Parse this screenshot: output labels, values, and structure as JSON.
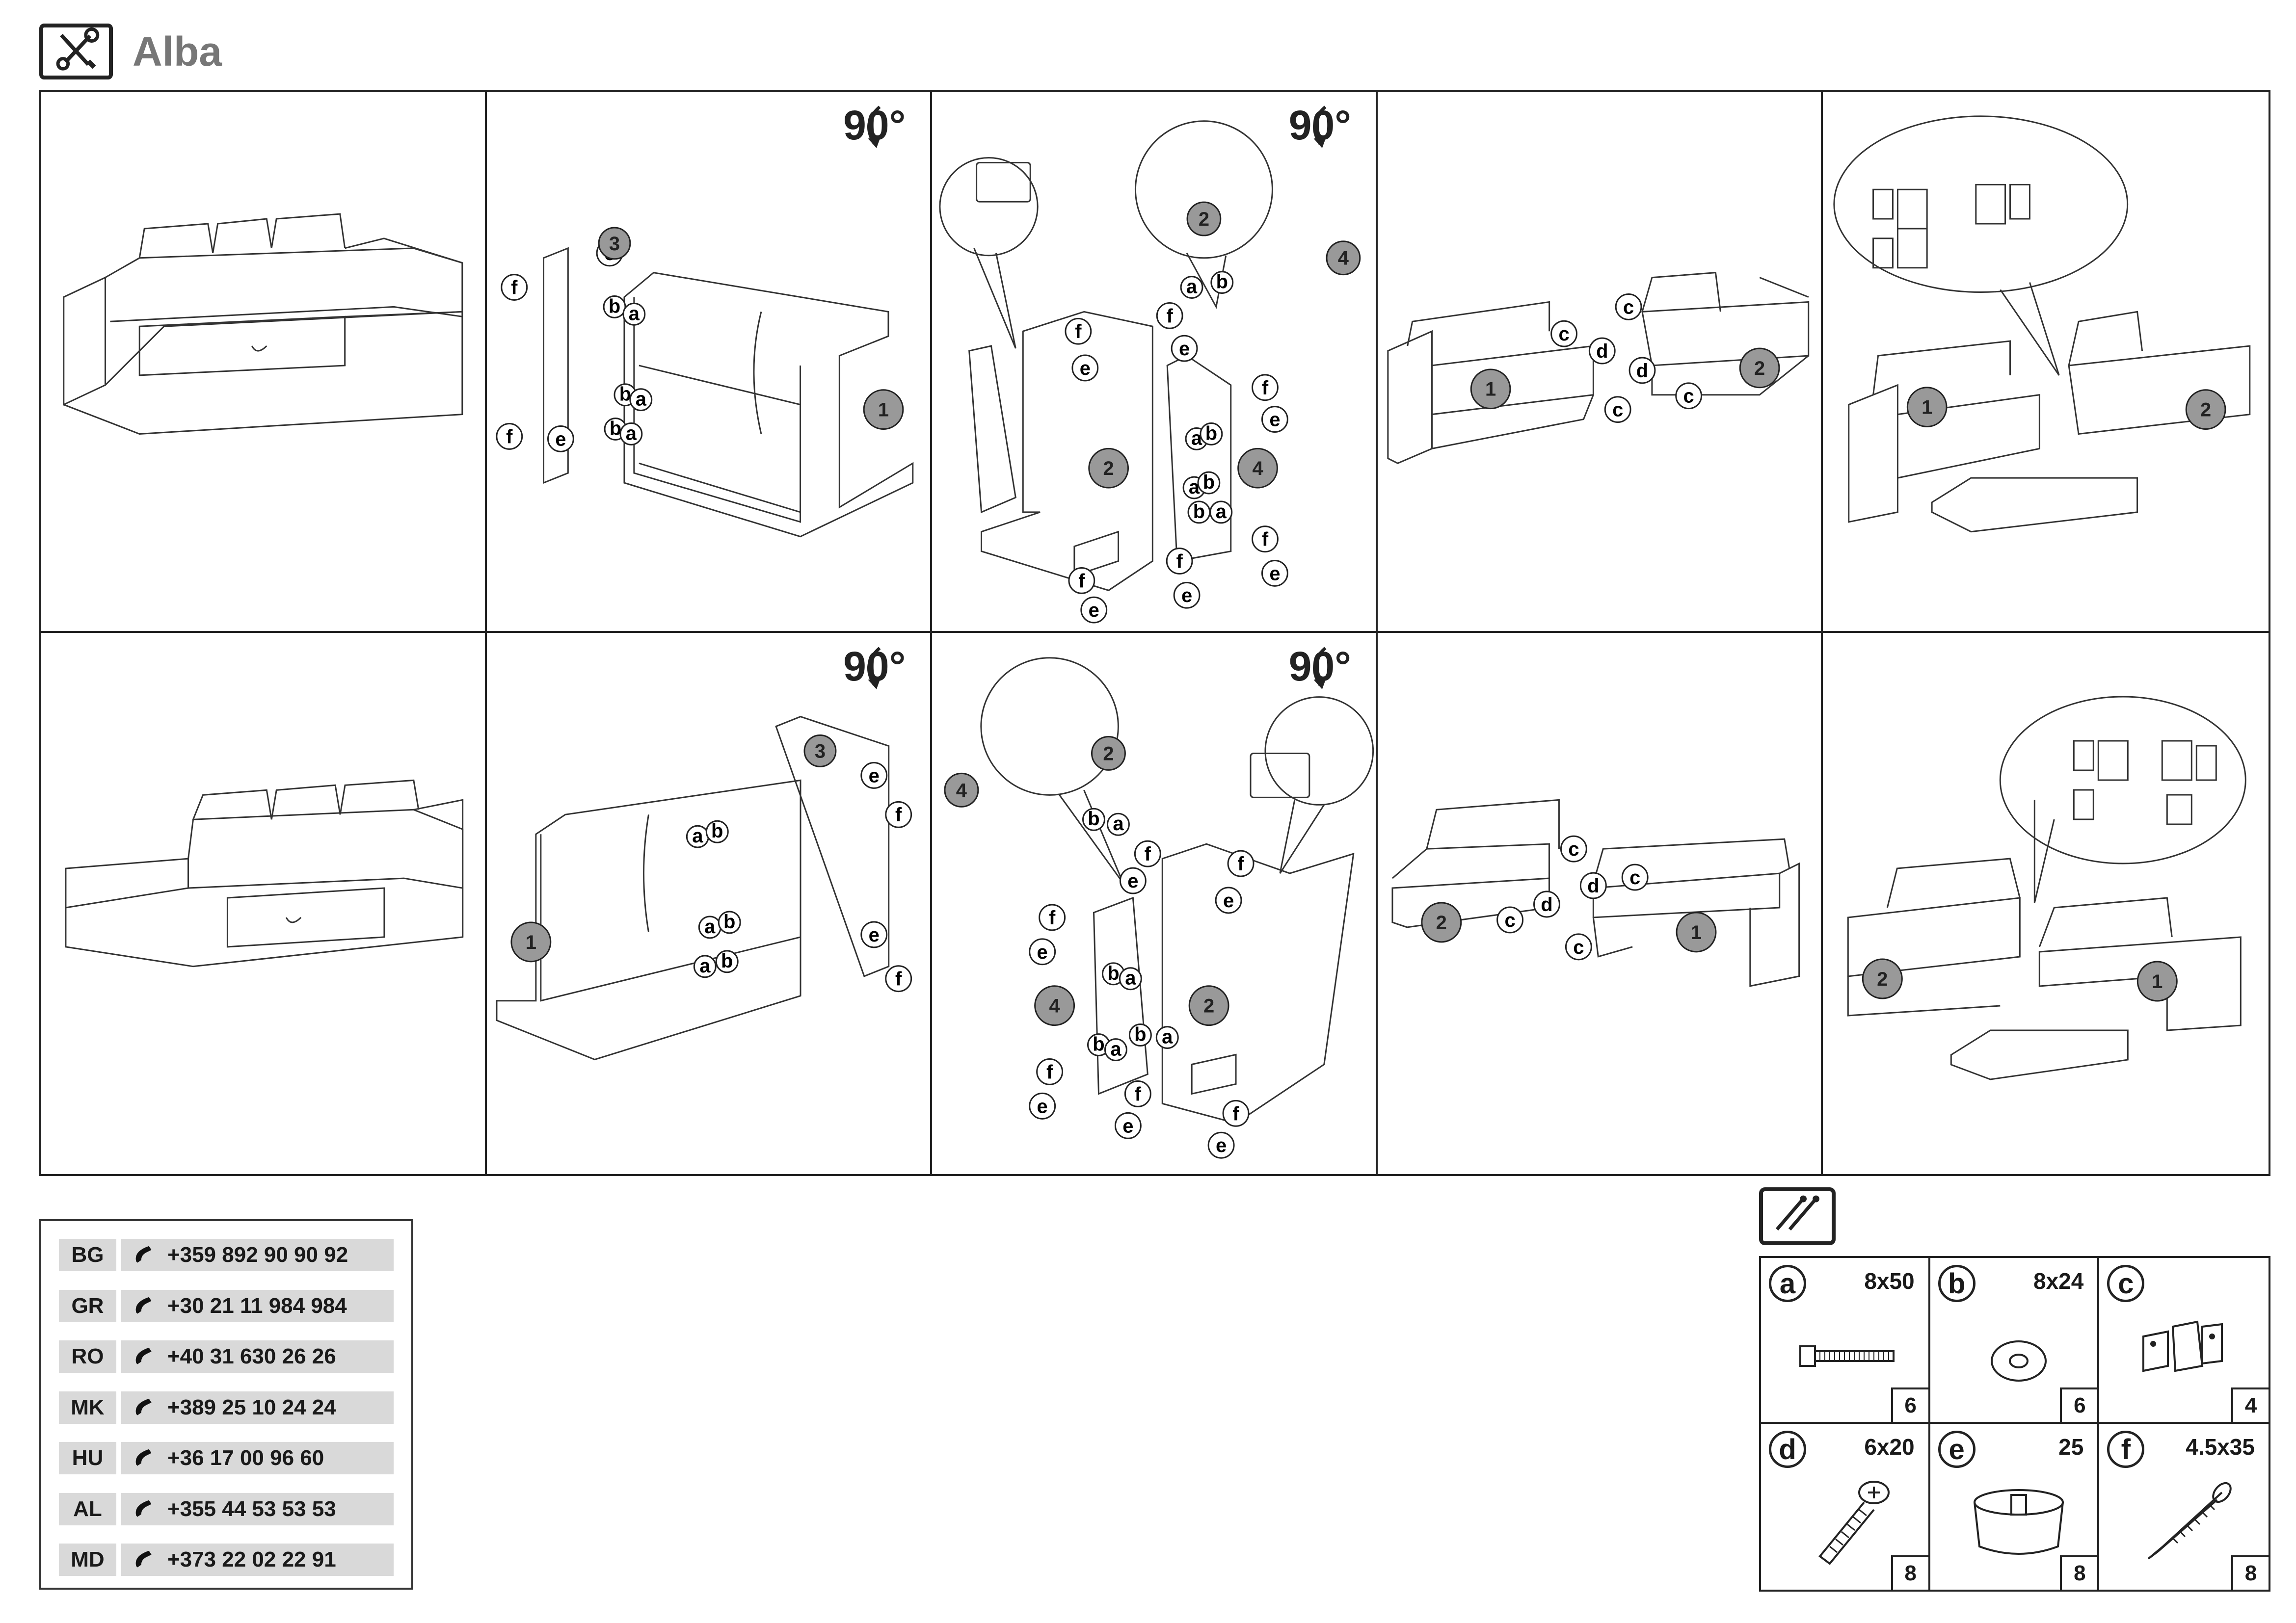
{
  "header": {
    "title": "Alba",
    "icon": "tools-icon"
  },
  "rotation_label": "90°",
  "steps": [
    {
      "id": "step-1",
      "rotate": false,
      "parts": []
    },
    {
      "id": "step-2",
      "rotate": true,
      "parts": [
        "3",
        "1"
      ],
      "hardware": [
        "a",
        "b",
        "e",
        "f"
      ]
    },
    {
      "id": "step-3",
      "rotate": true,
      "parts": [
        "2",
        "4"
      ],
      "hardware": [
        "a",
        "b",
        "e",
        "f"
      ]
    },
    {
      "id": "step-4",
      "rotate": false,
      "parts": [
        "1",
        "2"
      ],
      "hardware": [
        "c",
        "d"
      ]
    },
    {
      "id": "step-5",
      "rotate": false,
      "parts": [
        "1",
        "2"
      ],
      "hardware": []
    },
    {
      "id": "step-6",
      "rotate": false,
      "parts": []
    },
    {
      "id": "step-7",
      "rotate": true,
      "parts": [
        "1",
        "3"
      ],
      "hardware": [
        "a",
        "b",
        "e",
        "f"
      ]
    },
    {
      "id": "step-8",
      "rotate": true,
      "parts": [
        "4",
        "2"
      ],
      "hardware": [
        "a",
        "b",
        "e",
        "f"
      ]
    },
    {
      "id": "step-9",
      "rotate": false,
      "parts": [
        "2",
        "1"
      ],
      "hardware": [
        "c",
        "d"
      ]
    },
    {
      "id": "step-10",
      "rotate": false,
      "parts": [
        "2",
        "1"
      ],
      "hardware": []
    }
  ],
  "phones": [
    {
      "country": "BG",
      "number": "+359 892 90 90 92"
    },
    {
      "country": "GR",
      "number": "+30 21 11 984 984"
    },
    {
      "country": "RO",
      "number": "+40 31 630 26 26"
    },
    {
      "country": "MK",
      "number": "+389 25 10 24 24"
    },
    {
      "country": "HU",
      "number": "+36 17 00 96 60"
    },
    {
      "country": "AL",
      "number": "+355 44 53 53 53"
    },
    {
      "country": "MD",
      "number": "+373 22 02 22 91"
    }
  ],
  "hardware": [
    {
      "letter": "a",
      "size": "8x50",
      "qty": "6",
      "icon": "bolt-icon"
    },
    {
      "letter": "b",
      "size": "8x24",
      "qty": "6",
      "icon": "washer-icon"
    },
    {
      "letter": "c",
      "size": "",
      "qty": "4",
      "icon": "connector-bracket-icon"
    },
    {
      "letter": "d",
      "size": "6x20",
      "qty": "8",
      "icon": "machine-screw-icon"
    },
    {
      "letter": "e",
      "size": "25",
      "qty": "8",
      "icon": "foot-icon"
    },
    {
      "letter": "f",
      "size": "4.5x35",
      "qty": "8",
      "icon": "wood-screw-icon"
    }
  ],
  "colors": {
    "line": "#222222",
    "part_circle": "#999999",
    "label_bg": "#d9d9d9"
  }
}
